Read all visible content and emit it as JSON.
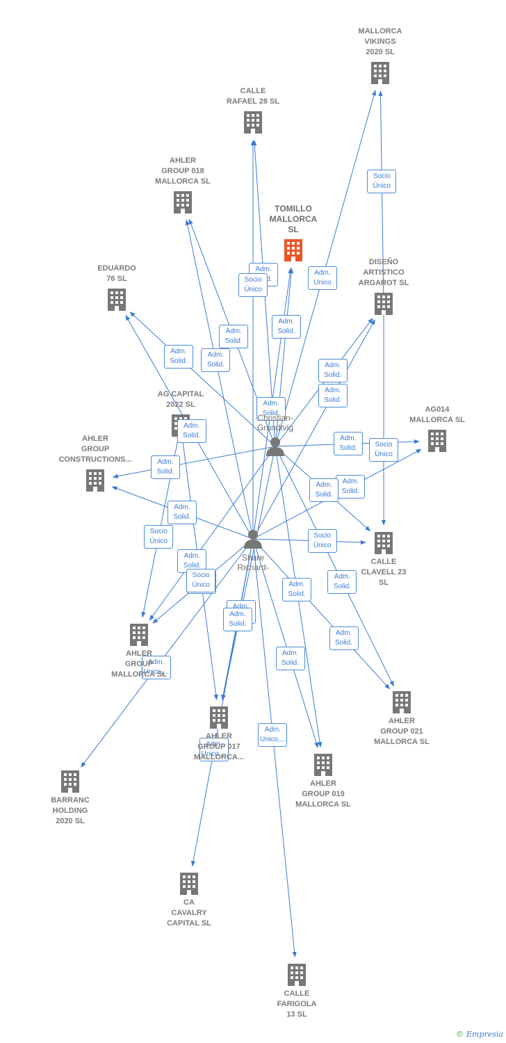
{
  "colors": {
    "edge": "#3a7bd5",
    "company_icon": "#777777",
    "focus_icon": "#e8562a",
    "person_icon": "#777777"
  },
  "icons": {
    "company": "building-icon",
    "person": "person-icon"
  },
  "companies": [
    {
      "id": "mallorca_vikings",
      "label": "MALLORCA\nVIKINGS\n2020  SL"
    },
    {
      "id": "calle_rafael",
      "label": "CALLE\nRAFAEL 28  SL"
    },
    {
      "id": "ahler_018",
      "label": "AHLER\nGROUP 018\nMALLORCA  SL"
    },
    {
      "id": "tomillo",
      "label": "TOMILLO\nMALLORCA\nSL",
      "focus": true
    },
    {
      "id": "diseno",
      "label": "DISEÑO\nARTISTICO\nARGAROT  SL"
    },
    {
      "id": "eduardo",
      "label": "EDUARDO\n76  SL"
    },
    {
      "id": "ag_capital",
      "label": "AG CAPITAL\n2022  SL"
    },
    {
      "id": "ag014",
      "label": "AG014\nMALLORCA  SL"
    },
    {
      "id": "ahler_constructions",
      "label": "AHLER\nGROUP\nCONSTRUCTIONS..."
    },
    {
      "id": "calle_clavell",
      "label": "CALLE\nCLAVELL 23\nSL"
    },
    {
      "id": "ahler_group_mallorca",
      "label": "AHLER\nGROUP\nMALLORCA  SL"
    },
    {
      "id": "ahler_021",
      "label": "AHLER\nGROUP 021\nMALLORCA  SL"
    },
    {
      "id": "ahler_017",
      "label": "AHLER\nGROUP 017\nMALLORCA..."
    },
    {
      "id": "ahler_019",
      "label": "AHLER\nGROUP 019\nMALLORCA  SL"
    },
    {
      "id": "barranc",
      "label": "BARRANC\nHOLDING\n2020  SL"
    },
    {
      "id": "ca_cavalry",
      "label": "CA\nCAVALRY\nCAPITAL  SL"
    },
    {
      "id": "calle_farigola",
      "label": "CALLE\nFARIGOLA\n13  SL"
    }
  ],
  "persons": [
    {
      "id": "christian",
      "label": "Christian-\nGrundtvig"
    },
    {
      "id": "share",
      "label": "Share\nRichard-"
    }
  ],
  "relations": [
    {
      "from": "christian",
      "to": "mallorca_vikings",
      "label": "Adm.\nUnico"
    },
    {
      "from": "diseno",
      "to": "mallorca_vikings",
      "label": "Socio\nÚnico"
    },
    {
      "from": "christian",
      "to": "tomillo",
      "label": "Adm.\nSolid."
    },
    {
      "from": "share",
      "to": "tomillo",
      "label": "Adm.\nSolid."
    },
    {
      "from": "christian",
      "to": "calle_rafael",
      "label": "Adm.\nSolid."
    },
    {
      "from": "share",
      "to": "calle_rafael",
      "label": "Socio\nÚnico"
    },
    {
      "from": "christian",
      "to": "ahler_018",
      "label": "Adm.\nSolid."
    },
    {
      "from": "share",
      "to": "ahler_018",
      "label": "Adm.\nSolid."
    },
    {
      "from": "christian",
      "to": "eduardo",
      "label": "Adm.\nSolid."
    },
    {
      "from": "share",
      "to": "eduardo",
      "label": "Adm.\nSolid."
    },
    {
      "from": "christian",
      "to": "diseno",
      "label": "Adm.\nSolid."
    },
    {
      "from": "share",
      "to": "diseno",
      "label": "Adm.\nSolid."
    },
    {
      "from": "christian",
      "to": "ag014",
      "label": "Adm.\nSolid."
    },
    {
      "from": "share",
      "to": "ag014",
      "label": "Adm.\nSolid."
    },
    {
      "from": "diseno",
      "to": "calle_clavell",
      "label": "Socio\nÚnico"
    },
    {
      "from": "christian",
      "to": "calle_clavell",
      "label": "Adm.\nSolid."
    },
    {
      "from": "share",
      "to": "calle_clavell",
      "label": "Socio\nÚnico"
    },
    {
      "from": "christian",
      "to": "ahler_constructions",
      "label": "Adm.\nSolid."
    },
    {
      "from": "share",
      "to": "ahler_constructions",
      "label": "Adm.\nSolid."
    },
    {
      "from": "ag_capital",
      "to": "ahler_group_mallorca",
      "label": "Socio\nÚnico"
    },
    {
      "from": "christian",
      "to": "ahler_group_mallorca",
      "label": "Adm.\nSolid."
    },
    {
      "from": "share",
      "to": "ahler_group_mallorca",
      "label": "Adm.\nSolid."
    },
    {
      "from": "christian",
      "to": "ahler_021",
      "label": "Adm.\nSolid."
    },
    {
      "from": "share",
      "to": "ahler_021",
      "label": "Adm.\nSolid."
    },
    {
      "from": "christian",
      "to": "ahler_019",
      "label": "Adm.\nSolid."
    },
    {
      "from": "share",
      "to": "ahler_019",
      "label": "Adm.\nSolid."
    },
    {
      "from": "christian",
      "to": "ahler_017",
      "label": "Adm.\nSolid."
    },
    {
      "from": "share",
      "to": "ahler_017",
      "label": "Adm.\nSolid."
    },
    {
      "from": "share",
      "to": "barranc",
      "label": "Adm.\nUnico,..."
    },
    {
      "from": "share",
      "to": "ca_cavalry",
      "label": "Adm.\nUnico,..."
    },
    {
      "from": "share",
      "to": "calle_farigola",
      "label": "Adm.\nUnico,..."
    },
    {
      "from": "ag_capital",
      "to": "ahler_017",
      "label": "Socio\nÚnico"
    }
  ],
  "brand": {
    "name": "Empresia",
    "copyright": "©"
  }
}
